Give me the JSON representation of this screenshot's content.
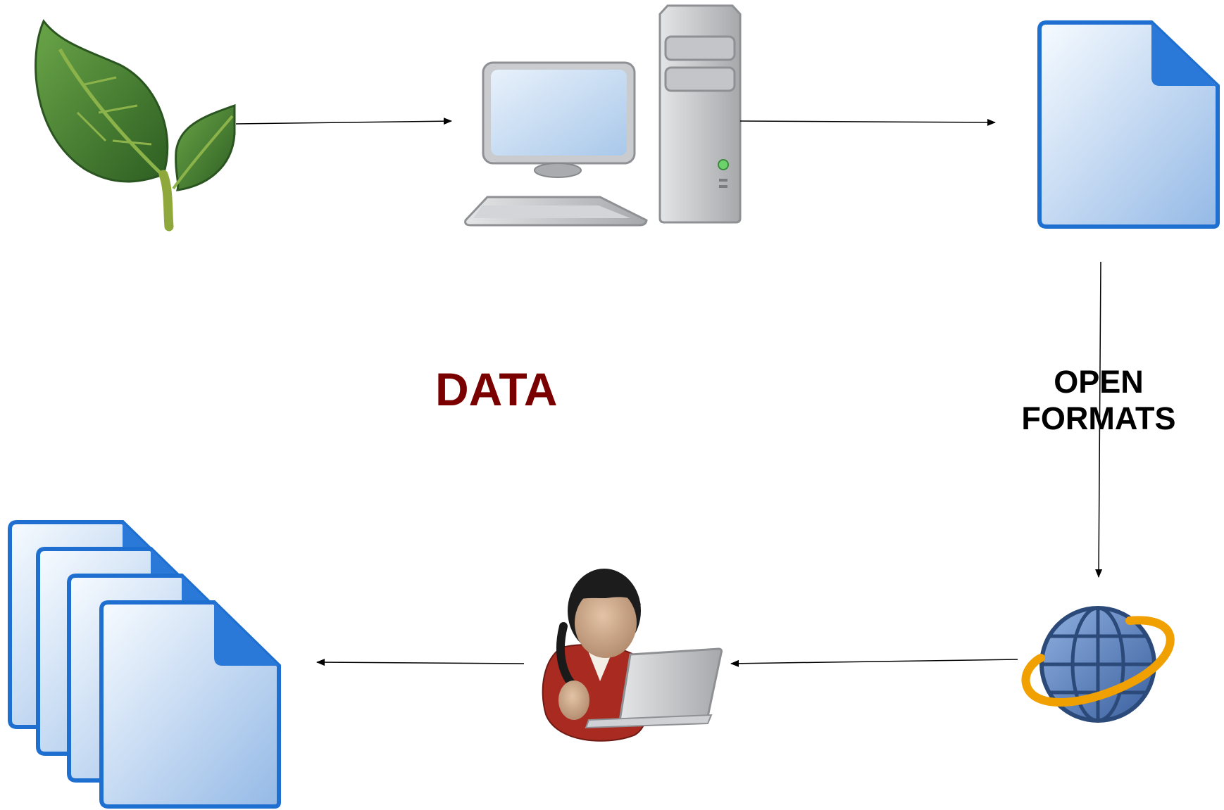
{
  "center_label": {
    "text": "DATA",
    "color": "#7a0000"
  },
  "edge_label": {
    "line1": "OPEN",
    "line2": "FORMATS",
    "color": "#000000"
  },
  "nodes": [
    {
      "id": "plant",
      "icon": "plant-leaves-icon"
    },
    {
      "id": "computer",
      "icon": "desktop-computer-icon"
    },
    {
      "id": "file",
      "icon": "document-file-icon"
    },
    {
      "id": "web",
      "icon": "globe-web-icon"
    },
    {
      "id": "user",
      "icon": "person-with-laptop-icon"
    },
    {
      "id": "files",
      "icon": "multiple-documents-icon"
    }
  ],
  "edges": [
    {
      "from": "plant",
      "to": "computer"
    },
    {
      "from": "computer",
      "to": "file"
    },
    {
      "from": "file",
      "to": "web",
      "label": "OPEN FORMATS"
    },
    {
      "from": "web",
      "to": "user"
    },
    {
      "from": "user",
      "to": "files"
    }
  ],
  "colors": {
    "leaf": "#3f7a2e",
    "file_blue": "#1e6fcf",
    "globe_blue": "#3a5f9e",
    "ring_orange": "#f0a000",
    "shirt_red": "#a82a20",
    "gray": "#b9bbbe"
  }
}
